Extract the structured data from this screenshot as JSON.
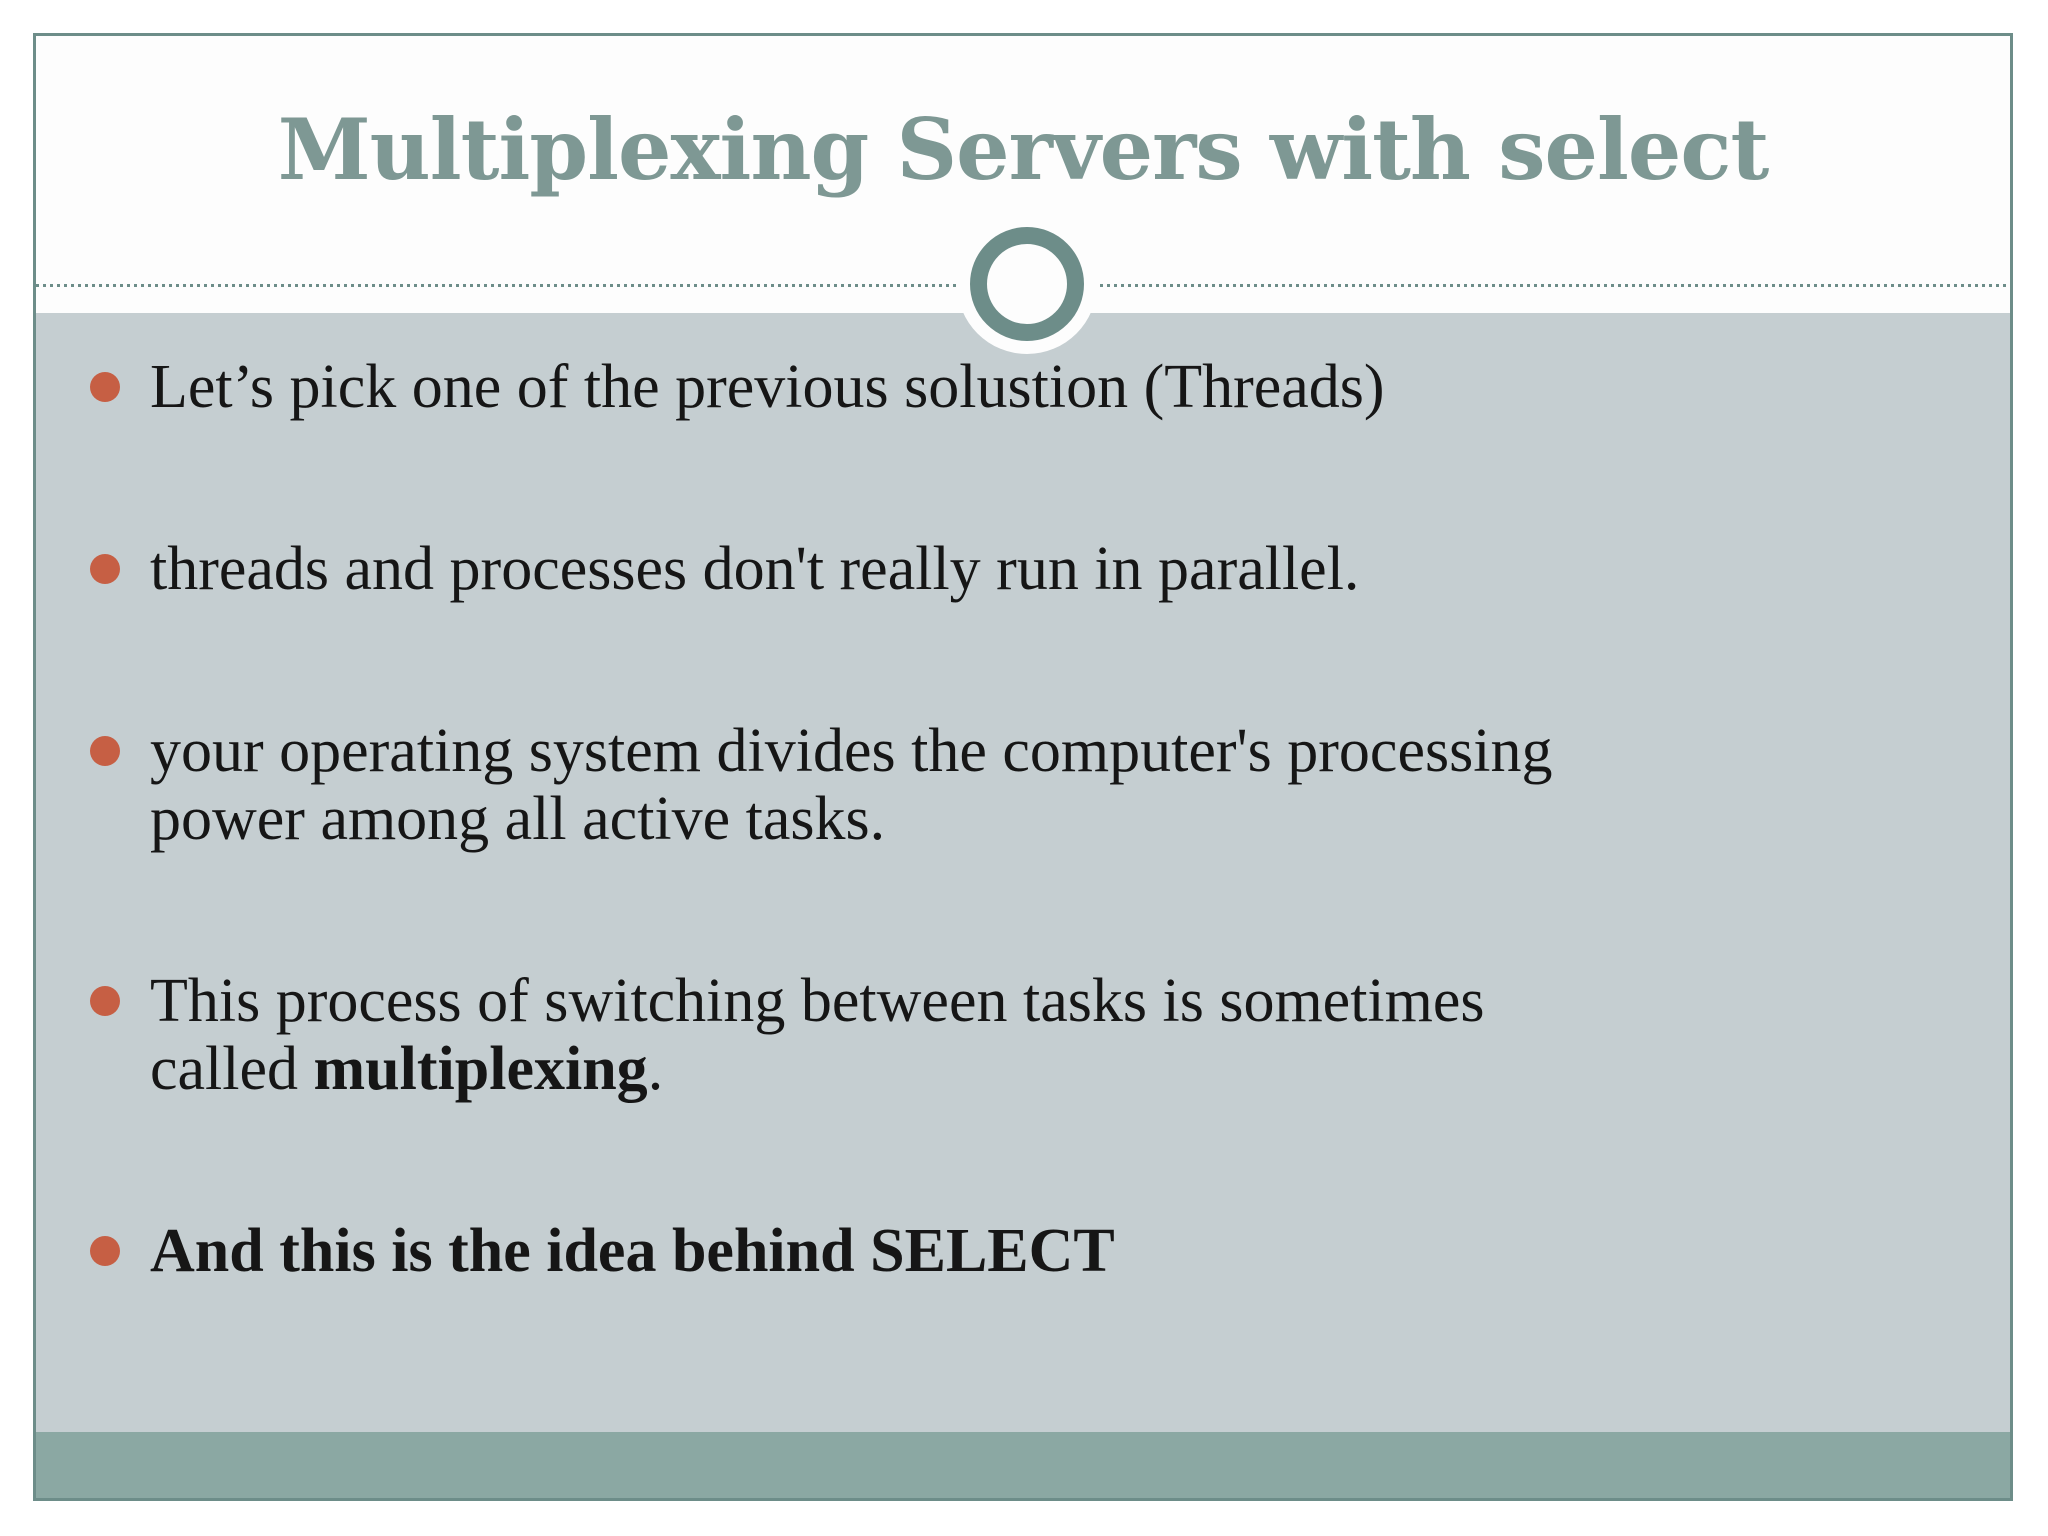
{
  "slide": {
    "title": "Multiplexing Servers with select",
    "bullets": [
      {
        "segments": [
          {
            "text": "Let’s pick one of the previous solustion (Threads)",
            "bold": false
          }
        ]
      },
      {
        "segments": [
          {
            "text": "threads and processes don't really run in parallel.",
            "bold": false
          }
        ]
      },
      {
        "segments": [
          {
            "text": "your operating system divides the computer's processing\npower among all active tasks.",
            "bold": false
          }
        ]
      },
      {
        "segments": [
          {
            "text": "This process of switching between tasks is sometimes\ncalled ",
            "bold": false
          },
          {
            "text": "multiplexing",
            "bold": true
          },
          {
            "text": ".",
            "bold": false
          }
        ]
      },
      {
        "segments": [
          {
            "text": "And this is the idea behind SELECT",
            "bold": true
          }
        ]
      }
    ],
    "colors": {
      "accent_teal": "#7e9894",
      "border_teal": "#6d8d89",
      "body_bg": "#c5ced1",
      "footer_bg": "#8ba8a3",
      "bullet_orange": "#c65f44",
      "text_dark": "#161616",
      "header_bg": "#fdfdfd",
      "canvas_bg": "#ffffff"
    }
  }
}
